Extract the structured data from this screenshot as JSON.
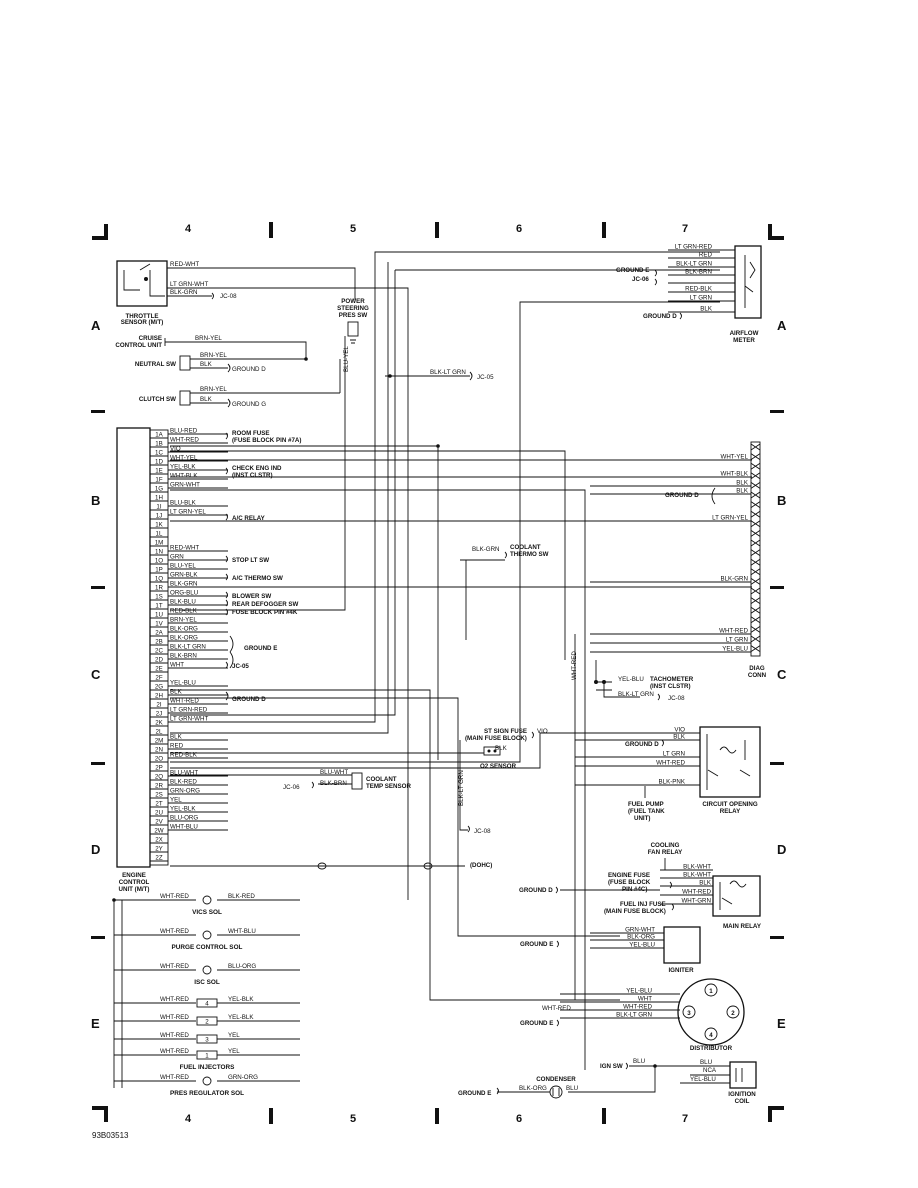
{
  "doc_code": "93B03513",
  "columns": [
    "4",
    "5",
    "6",
    "7"
  ],
  "rows": [
    "A",
    "B",
    "C",
    "D",
    "E"
  ],
  "ecu": {
    "label_lines": [
      "ENGINE",
      "CONTROL",
      "UNIT (M/T)"
    ],
    "pins": [
      "1A",
      "1B",
      "1C",
      "1D",
      "1E",
      "1F",
      "1G",
      "1H",
      "1I",
      "1J",
      "1K",
      "1L",
      "1M",
      "1N",
      "1O",
      "1P",
      "1Q",
      "1R",
      "1S",
      "1T",
      "1U",
      "1V",
      "2A",
      "2B",
      "2C",
      "2D",
      "2E",
      "2F",
      "2G",
      "2H",
      "2I",
      "2J",
      "2K",
      "2L",
      "2M",
      "2N",
      "2O",
      "2P",
      "2Q",
      "2R",
      "2S",
      "2T",
      "2U",
      "2V",
      "2W",
      "2X",
      "2Y",
      "2Z"
    ],
    "wire_colors": [
      "BLU-RED",
      "WHT-RED",
      "VIO",
      "WHT-YEL",
      "YEL-BLK",
      "WHT-BLK",
      "GRN-WHT",
      "",
      "BLU-BLK",
      "LT GRN-YEL",
      "",
      "",
      "",
      "RED-WHT",
      "GRN",
      "BLU-YEL",
      "GRN-BLK",
      "BLK-GRN",
      "ORG-BLU",
      "BLK-BLU",
      "RED-BLK",
      "BRN-YEL",
      "BLK-ORG",
      "BLK-ORG",
      "BLK-LT GRN",
      "BLK-BRN",
      "WHT",
      "",
      "YEL-BLU",
      "BLK",
      "WHT-RED",
      "LT GRN-RED",
      "LT GRN-WHT",
      "",
      "BLK",
      "RED",
      "RED-BLK",
      "",
      "BLU-WHT",
      "BLK-RED",
      "GRN-ORG",
      "YEL",
      "YEL-BLK",
      "BLU-ORG",
      "WHT-BLU",
      "",
      "",
      ""
    ]
  },
  "left_labels": {
    "throttle_sensor": [
      "THROTTLE",
      "SENSOR (M/T)"
    ],
    "throttle_wires": [
      "RED-WHT",
      "LT GRN-WHT",
      "BLK-GRN"
    ],
    "jc08": "JC-08",
    "cruise_control": [
      "CRUISE",
      "CONTROL UNIT"
    ],
    "brn_yel": "BRN-YEL",
    "neutral_sw": "NEUTRAL SW",
    "clutch_sw": "CLUTCH SW",
    "brn_yel_2": "BRN-YEL",
    "blk": "BLK",
    "ground_d": "GROUND D",
    "ground_g": "GROUND G",
    "power_steering": [
      "POWER",
      "STEERING",
      "PRES SW"
    ],
    "blu_yel": "BLU-YEL",
    "blk_lt_grn": "BLK-LT GRN",
    "jc05": "JC-05"
  },
  "ecu_destinations": {
    "room_fuse": [
      "ROOM FUSE",
      "(FUSE BLOCK PIN #7A)"
    ],
    "check_eng": [
      "CHECK ENG IND",
      "(INST CLSTR)"
    ],
    "ac_relay": "A/C RELAY",
    "stop_lt": "STOP LT SW",
    "ac_thermo": "A/C THERMO SW",
    "blower": "BLOWER SW",
    "rear_defogger": "REAR DEFOGGER SW",
    "fuse_block_4k": "FUSE BLOCK PIN #4K",
    "ground_e": "GROUND E",
    "jc05": "JC-05",
    "ground_d": "GROUND D",
    "coolant_thermo": [
      "BLK-GRN",
      "COOLANT",
      "THERMO SW"
    ],
    "coolant_temp": [
      "COOLANT",
      "TEMP SENSOR"
    ],
    "ct_wires": [
      "BLU-WHT",
      "BLK-BRN"
    ],
    "jc06": "JC-06",
    "dohc": "(DOHC)"
  },
  "o2": {
    "st_sign_fuse": [
      "ST SIGN FUSE",
      "(MAIN FUSE BLOCK)"
    ],
    "vio": "VIO",
    "blk": "BLK",
    "label": "O2 SENSOR",
    "blk_lt_grn": "BLK-LT GRN",
    "jc08": "JC-08",
    "wht_red": "WHT-RED"
  },
  "solenoids": {
    "wht_red": "WHT-RED",
    "vics": {
      "wire": "BLK-RED",
      "label": "VICS SOL"
    },
    "purge": {
      "wire": "WHT-BLU",
      "label": "PURGE CONTROL SOL"
    },
    "isc": {
      "wire": "BLU-ORG",
      "label": "ISC SOL"
    },
    "injectors": [
      {
        "num": "4",
        "wire": "YEL-BLK"
      },
      {
        "num": "2",
        "wire": "YEL-BLK"
      },
      {
        "num": "3",
        "wire": "YEL"
      },
      {
        "num": "1",
        "wire": "YEL"
      }
    ],
    "injectors_label": "FUEL INJECTORS",
    "pres_reg": {
      "wire": "GRN-ORG",
      "label": "PRES REGULATOR SOL"
    }
  },
  "airflow": {
    "label": [
      "AIRFLOW",
      "METER"
    ],
    "wires": [
      "LT GRN-RED",
      "RED",
      "BLK-LT GRN",
      "BLK-BRN",
      "",
      "RED-BLK",
      "LT GRN",
      "BLK"
    ],
    "ground_e": "GROUND E",
    "jc06": "JC-06",
    "ground_d": "GROUND D"
  },
  "diag": {
    "label": [
      "DIAG",
      "CONN"
    ],
    "wires": [
      "WHT-YEL",
      "WHT-BLK",
      "BLK",
      "BLK",
      "LT GRN-YEL",
      "BLK-GRN",
      "WHT-RED",
      "LT GRN",
      "YEL-BLU"
    ],
    "ground_d": "GROUND D"
  },
  "tach": {
    "wire": "YEL-BLU",
    "label": [
      "TACHOMETER",
      "(INST CLSTR)"
    ],
    "blk_lt_grn": "BLK-LT GRN",
    "jc08": "JC-08"
  },
  "cor": {
    "label": [
      "CIRCUIT OPENING",
      "RELAY"
    ],
    "wires": [
      "VIO",
      "BLK",
      "LT GRN",
      "WHT-RED",
      "BLK-PNK"
    ],
    "ground_d": "GROUND D",
    "fuel_pump": [
      "FUEL PUMP",
      "(FUEL TANK",
      "UNIT)"
    ]
  },
  "main_relay": {
    "label": "MAIN RELAY",
    "cooling_fan": [
      "COOLING",
      "FAN RELAY"
    ],
    "engine_fuse": [
      "ENGINE FUSE",
      "(FUSE BLOCK",
      "PIN #4C)"
    ],
    "fuel_inj_fuse": [
      "FUEL INJ FUSE",
      "(MAIN FUSE BLOCK)"
    ],
    "wires": [
      "BLK-WHT",
      "BLK-WHT",
      "BLK",
      "WHT-RED",
      "WHT-GRN"
    ],
    "ground_d": "GROUND D"
  },
  "igniter": {
    "label": "IGNITER",
    "wires": [
      "GRN-WHT",
      "BLK-ORG",
      "YEL-BLU"
    ],
    "ground_e": "GROUND E"
  },
  "distributor": {
    "label": "DISTRIBUTOR",
    "wires": [
      "YEL-BLU",
      "WHT",
      "WHT-RED",
      "BLK-LT GRN"
    ],
    "ground_e": "GROUND E",
    "wht_red": "WHT-RED",
    "cyl": [
      "1",
      "2",
      "3",
      "4"
    ]
  },
  "ign_coil": {
    "label": [
      "IGNITION",
      "COIL"
    ],
    "ign_sw": "IGN SW",
    "blu": "BLU",
    "nca": "NCA",
    "yel_blu": "YEL-BLU",
    "condenser": "CONDENSER",
    "blk_org": "BLK-ORG",
    "blu2": "BLU",
    "ground_e": "GROUND E"
  }
}
